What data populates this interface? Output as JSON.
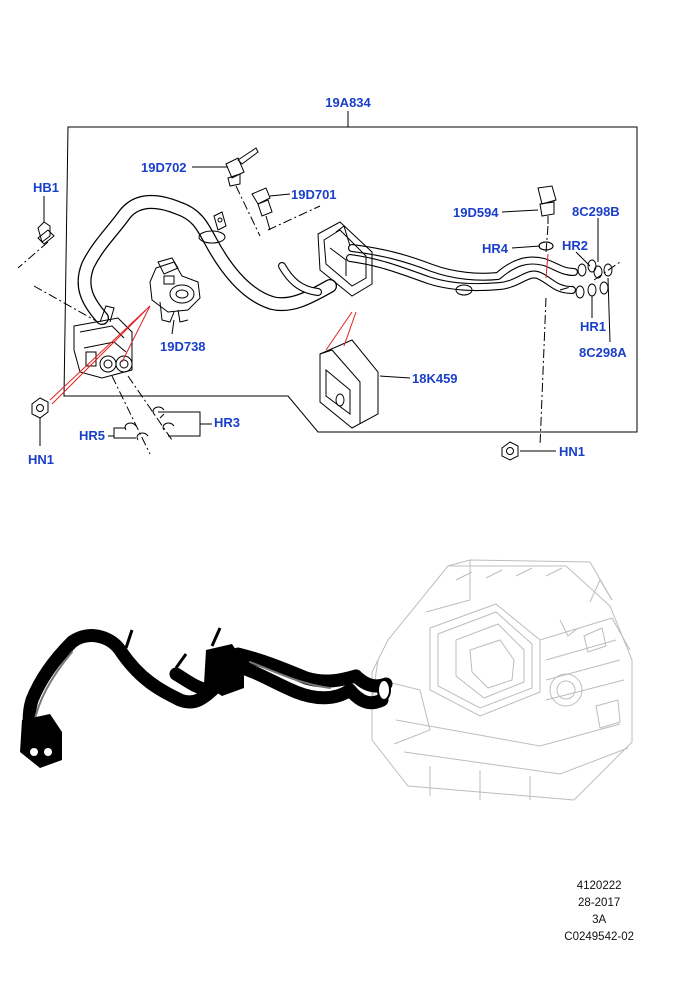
{
  "callouts": {
    "assembly": "19A834",
    "hb1": "HB1",
    "c19d702": "19D702",
    "c19d701": "19D701",
    "c19d594": "19D594",
    "c8c298b": "8C298B",
    "hr4": "HR4",
    "hr2": "HR2",
    "hr1": "HR1",
    "c8c298a": "8C298A",
    "c19d738": "19D738",
    "c18k459": "18K459",
    "hn1_left": "HN1",
    "hn1_right": "HN1",
    "hr5": "HR5",
    "hr3": "HR3"
  },
  "footer": {
    "line1": "4120222",
    "line2": "28-2017",
    "line3": "3A",
    "line4": "C0249542-02"
  },
  "colors": {
    "callout": "#1a3fc8",
    "leader_red": "#e02020",
    "line": "#000000",
    "context_gray": "#bdbdbd"
  }
}
